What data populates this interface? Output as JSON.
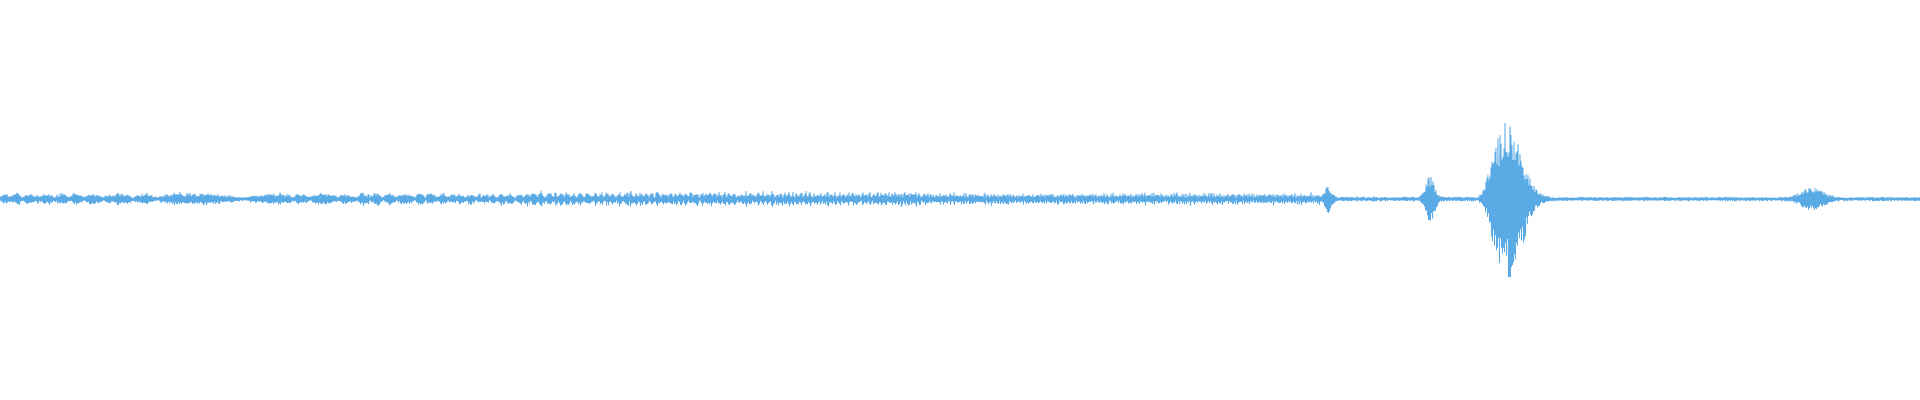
{
  "waveform": {
    "color": "#5aaae6",
    "background": "#ffffff",
    "samples": [
      "quiet",
      "bursts",
      "quiet",
      "transient",
      "quiet",
      "transient",
      "loud-transient",
      "quiet",
      "transient",
      "quiet"
    ]
  }
}
